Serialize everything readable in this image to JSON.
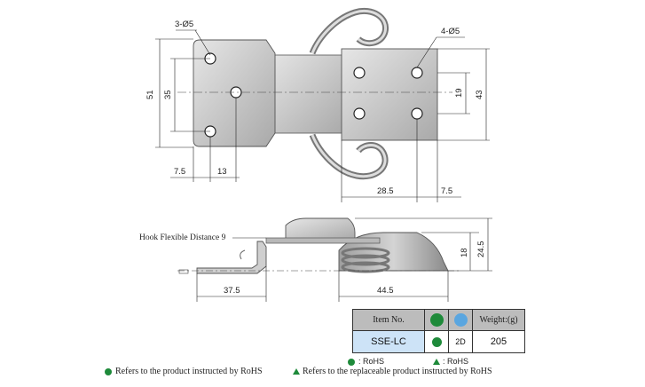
{
  "top_view": {
    "hole_callout_left": "3-Ø5",
    "hole_callout_right": "4-Ø5",
    "dim_51": "51",
    "dim_35": "35",
    "dim_7_5_left": "7.5",
    "dim_13": "13",
    "dim_28_5": "28.5",
    "dim_7_5_right": "7.5",
    "dim_19": "19",
    "dim_43": "43"
  },
  "side_view": {
    "hook_label": "Hook Flexible Distance 9",
    "dim_37_5": "37.5",
    "dim_44_5": "44.5",
    "dim_18": "18",
    "dim_24_5": "24.5"
  },
  "table": {
    "col_item": "Item No.",
    "col_weight": "Weight:(g)",
    "item_no": "SSE-LC",
    "cad": "2D",
    "weight": "205",
    "icon_rohs": "rohs-leaf-icon",
    "icon_cad": "cad-file-icon",
    "accent_green": "#1e8a3a",
    "accent_blue": "#cde3f7"
  },
  "legend": {
    "rohs_mark": ": RoHS",
    "replaceable_mark": ": RoHS"
  },
  "notes": {
    "rohs": "Refers to the product instructed by RoHS",
    "replaceable": "Refers to the replaceable product instructed by RoHS"
  }
}
